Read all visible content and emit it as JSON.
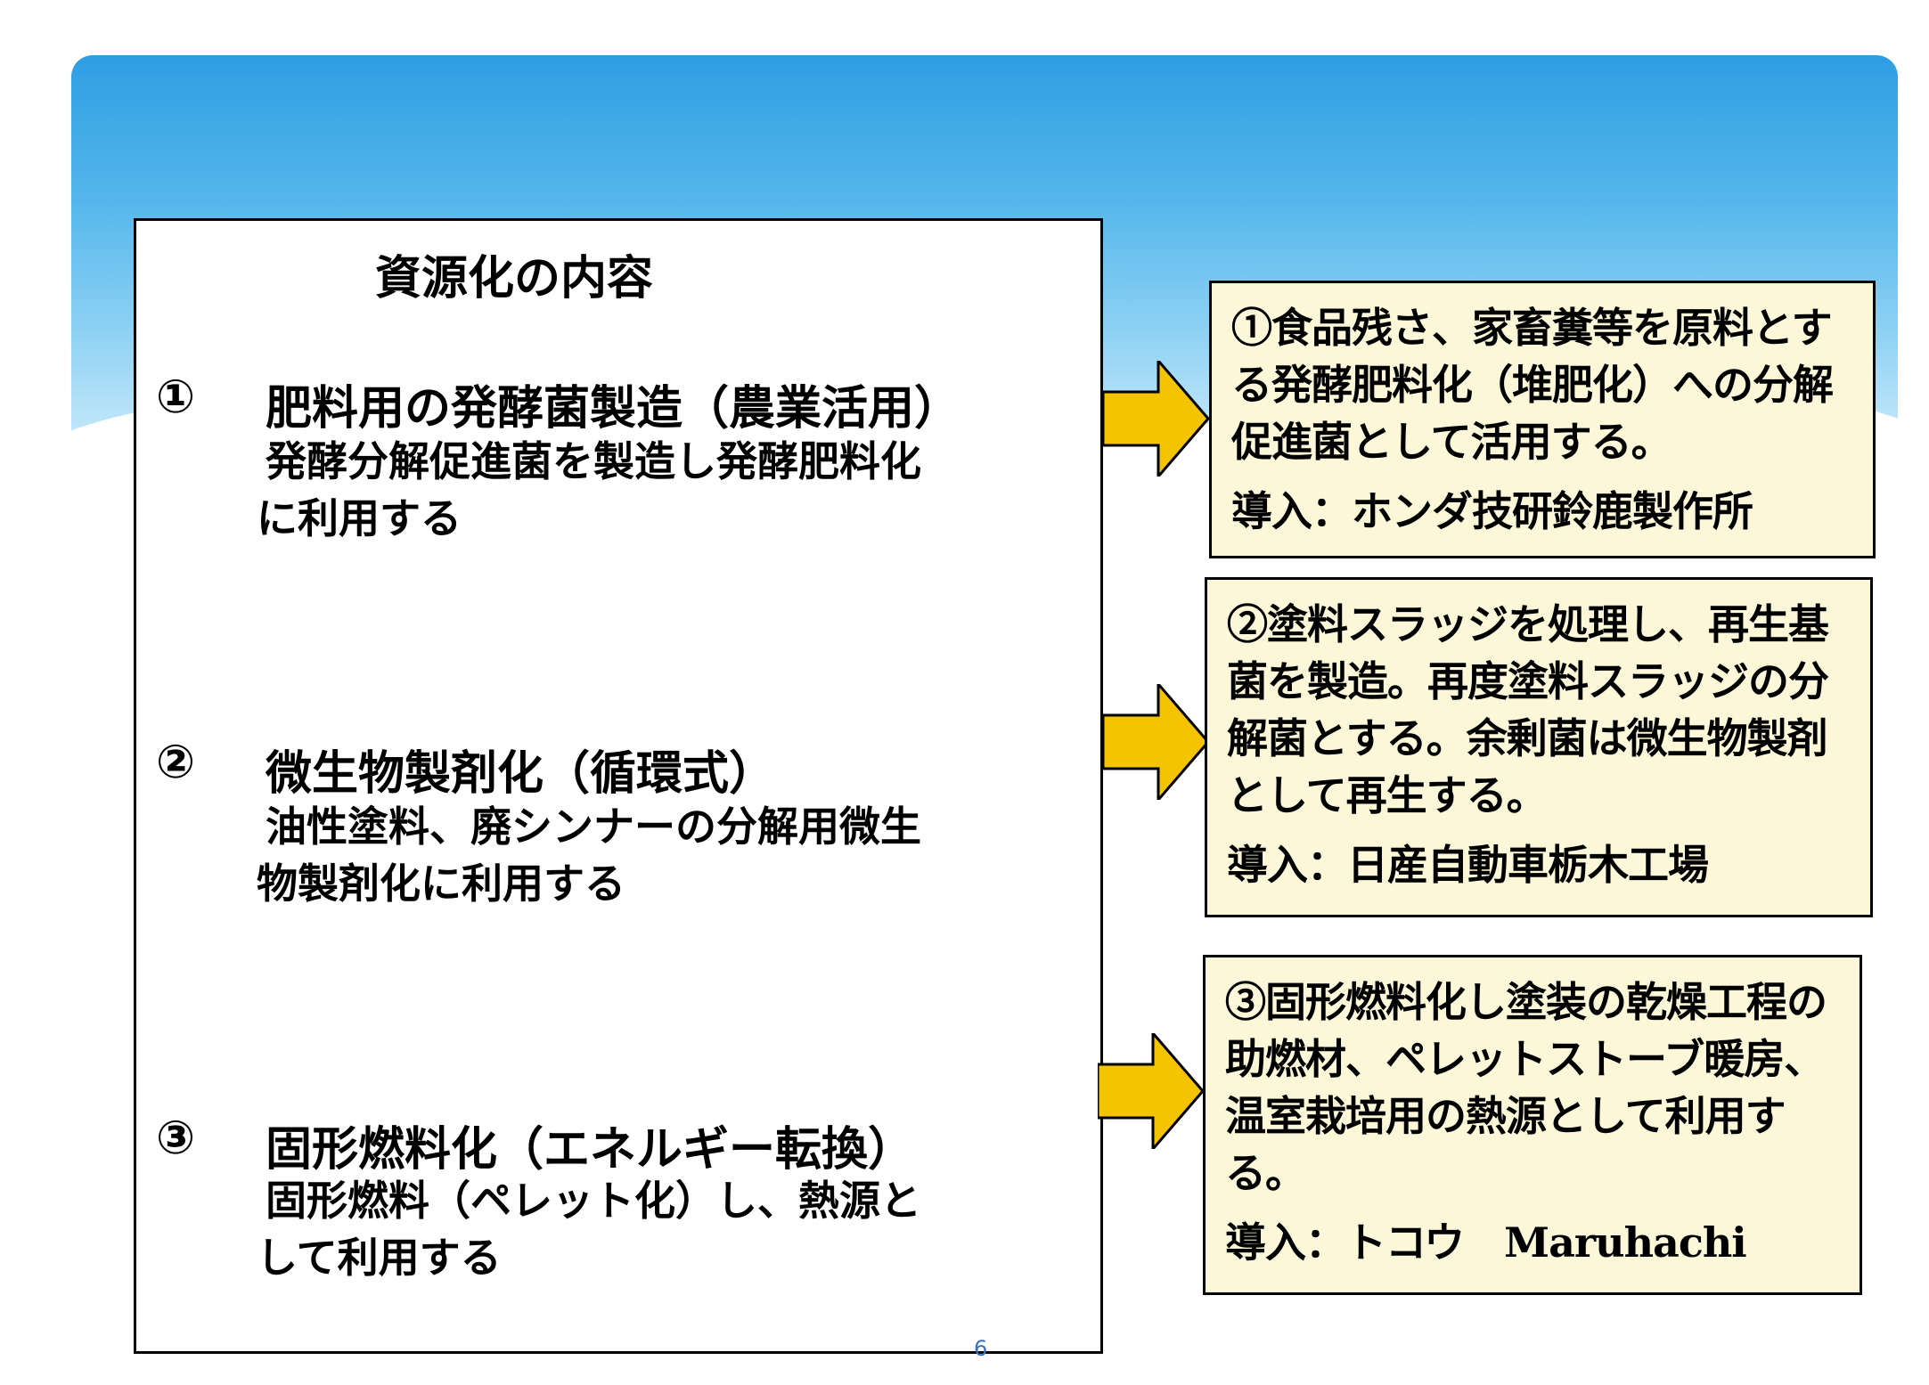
{
  "left_panel": {
    "title": "資源化の内容",
    "items": [
      {
        "num": "①",
        "heading": "肥料用の発酵菌製造（農業活用）",
        "description": "発酵分解促進菌を製造し発酵肥料化に利用する"
      },
      {
        "num": "②",
        "heading": "微生物製剤化（循環式）",
        "description": "油性塗料、廃シンナーの分解用微生物製剤化に利用する"
      },
      {
        "num": "③",
        "heading": "固形燃料化（エネルギー転換）",
        "description": "固形燃料（ペレット化）し、熱源として利用する"
      }
    ]
  },
  "right_boxes": [
    {
      "text": "①食品残さ、家畜糞等を原料とする発酵肥料化（堆肥化）への分解促進菌として活用する。",
      "intro": "導入：ホンダ技研鈴鹿製作所"
    },
    {
      "text": "②塗料スラッジを処理し、再生基菌を製造。再度塗料スラッジの分解菌とする。余剰菌は微生物製剤として再生する。",
      "intro": "導入：日産自動車栃木工場"
    },
    {
      "text": "③固形燃料化し塗装の乾燥工程の助燃材、ペレットストーブ暖房、温室栽培用の熱源として利用する。",
      "intro": "導入：トコウ　Maruhachi"
    }
  ],
  "page_number": "6",
  "colors": {
    "arrow_fill": "#f5c400",
    "box_fill": "#fbf7d8",
    "sky": "#2e9ee2"
  }
}
